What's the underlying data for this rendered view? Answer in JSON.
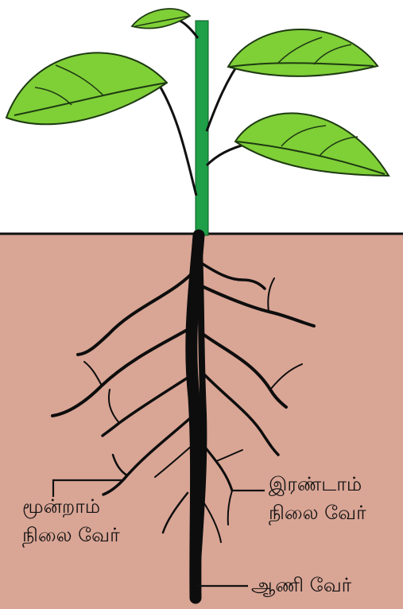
{
  "labels": {
    "tertiary_root_line1": "மூன்றாம்",
    "tertiary_root_line2": "நிலை வேர்",
    "secondary_root_line1": "இரண்டாம்",
    "secondary_root_line2": "நிலை வேர்",
    "tap_root": "ஆணி வேர்"
  },
  "colors": {
    "soil": "#d9a595",
    "stem": "#1f9f48",
    "leaf": "#7fcf37",
    "leaf_vein": "#1e3a12",
    "root": "#0d0d0d",
    "ground_line": "#111111",
    "sky": "#ffffff"
  }
}
